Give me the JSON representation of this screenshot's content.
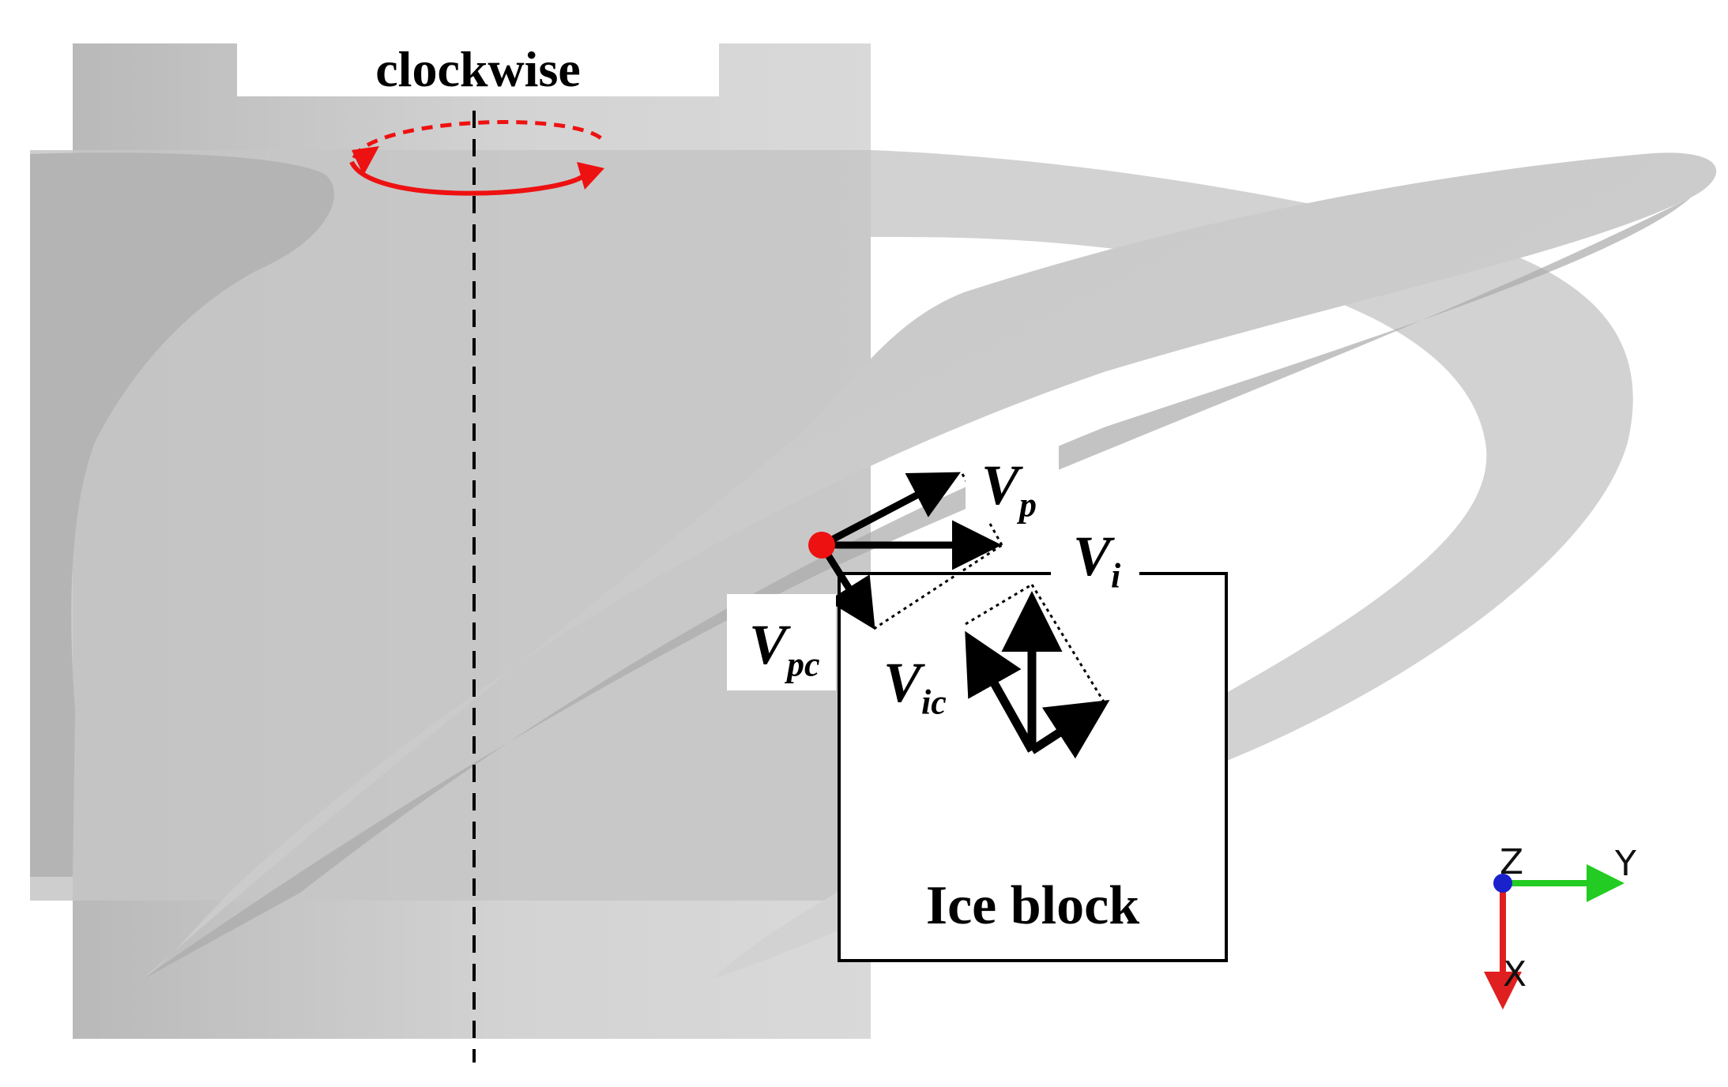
{
  "title": "clockwise",
  "ice_block_label": "Ice block",
  "vectors": {
    "vp": {
      "main": "V",
      "sub": "p"
    },
    "vi": {
      "main": "V",
      "sub": "i"
    },
    "vpc": {
      "main": "V",
      "sub": "pc"
    },
    "vic": {
      "main": "V",
      "sub": "ic"
    }
  },
  "axes": {
    "x": "X",
    "y": "Y",
    "z": "Z"
  },
  "colors": {
    "rotation_arrow": "#ee1111",
    "contact_point": "#ee1111",
    "axis_x": "#e02020",
    "axis_y": "#22cc22",
    "axis_z": "#1a22cc"
  }
}
